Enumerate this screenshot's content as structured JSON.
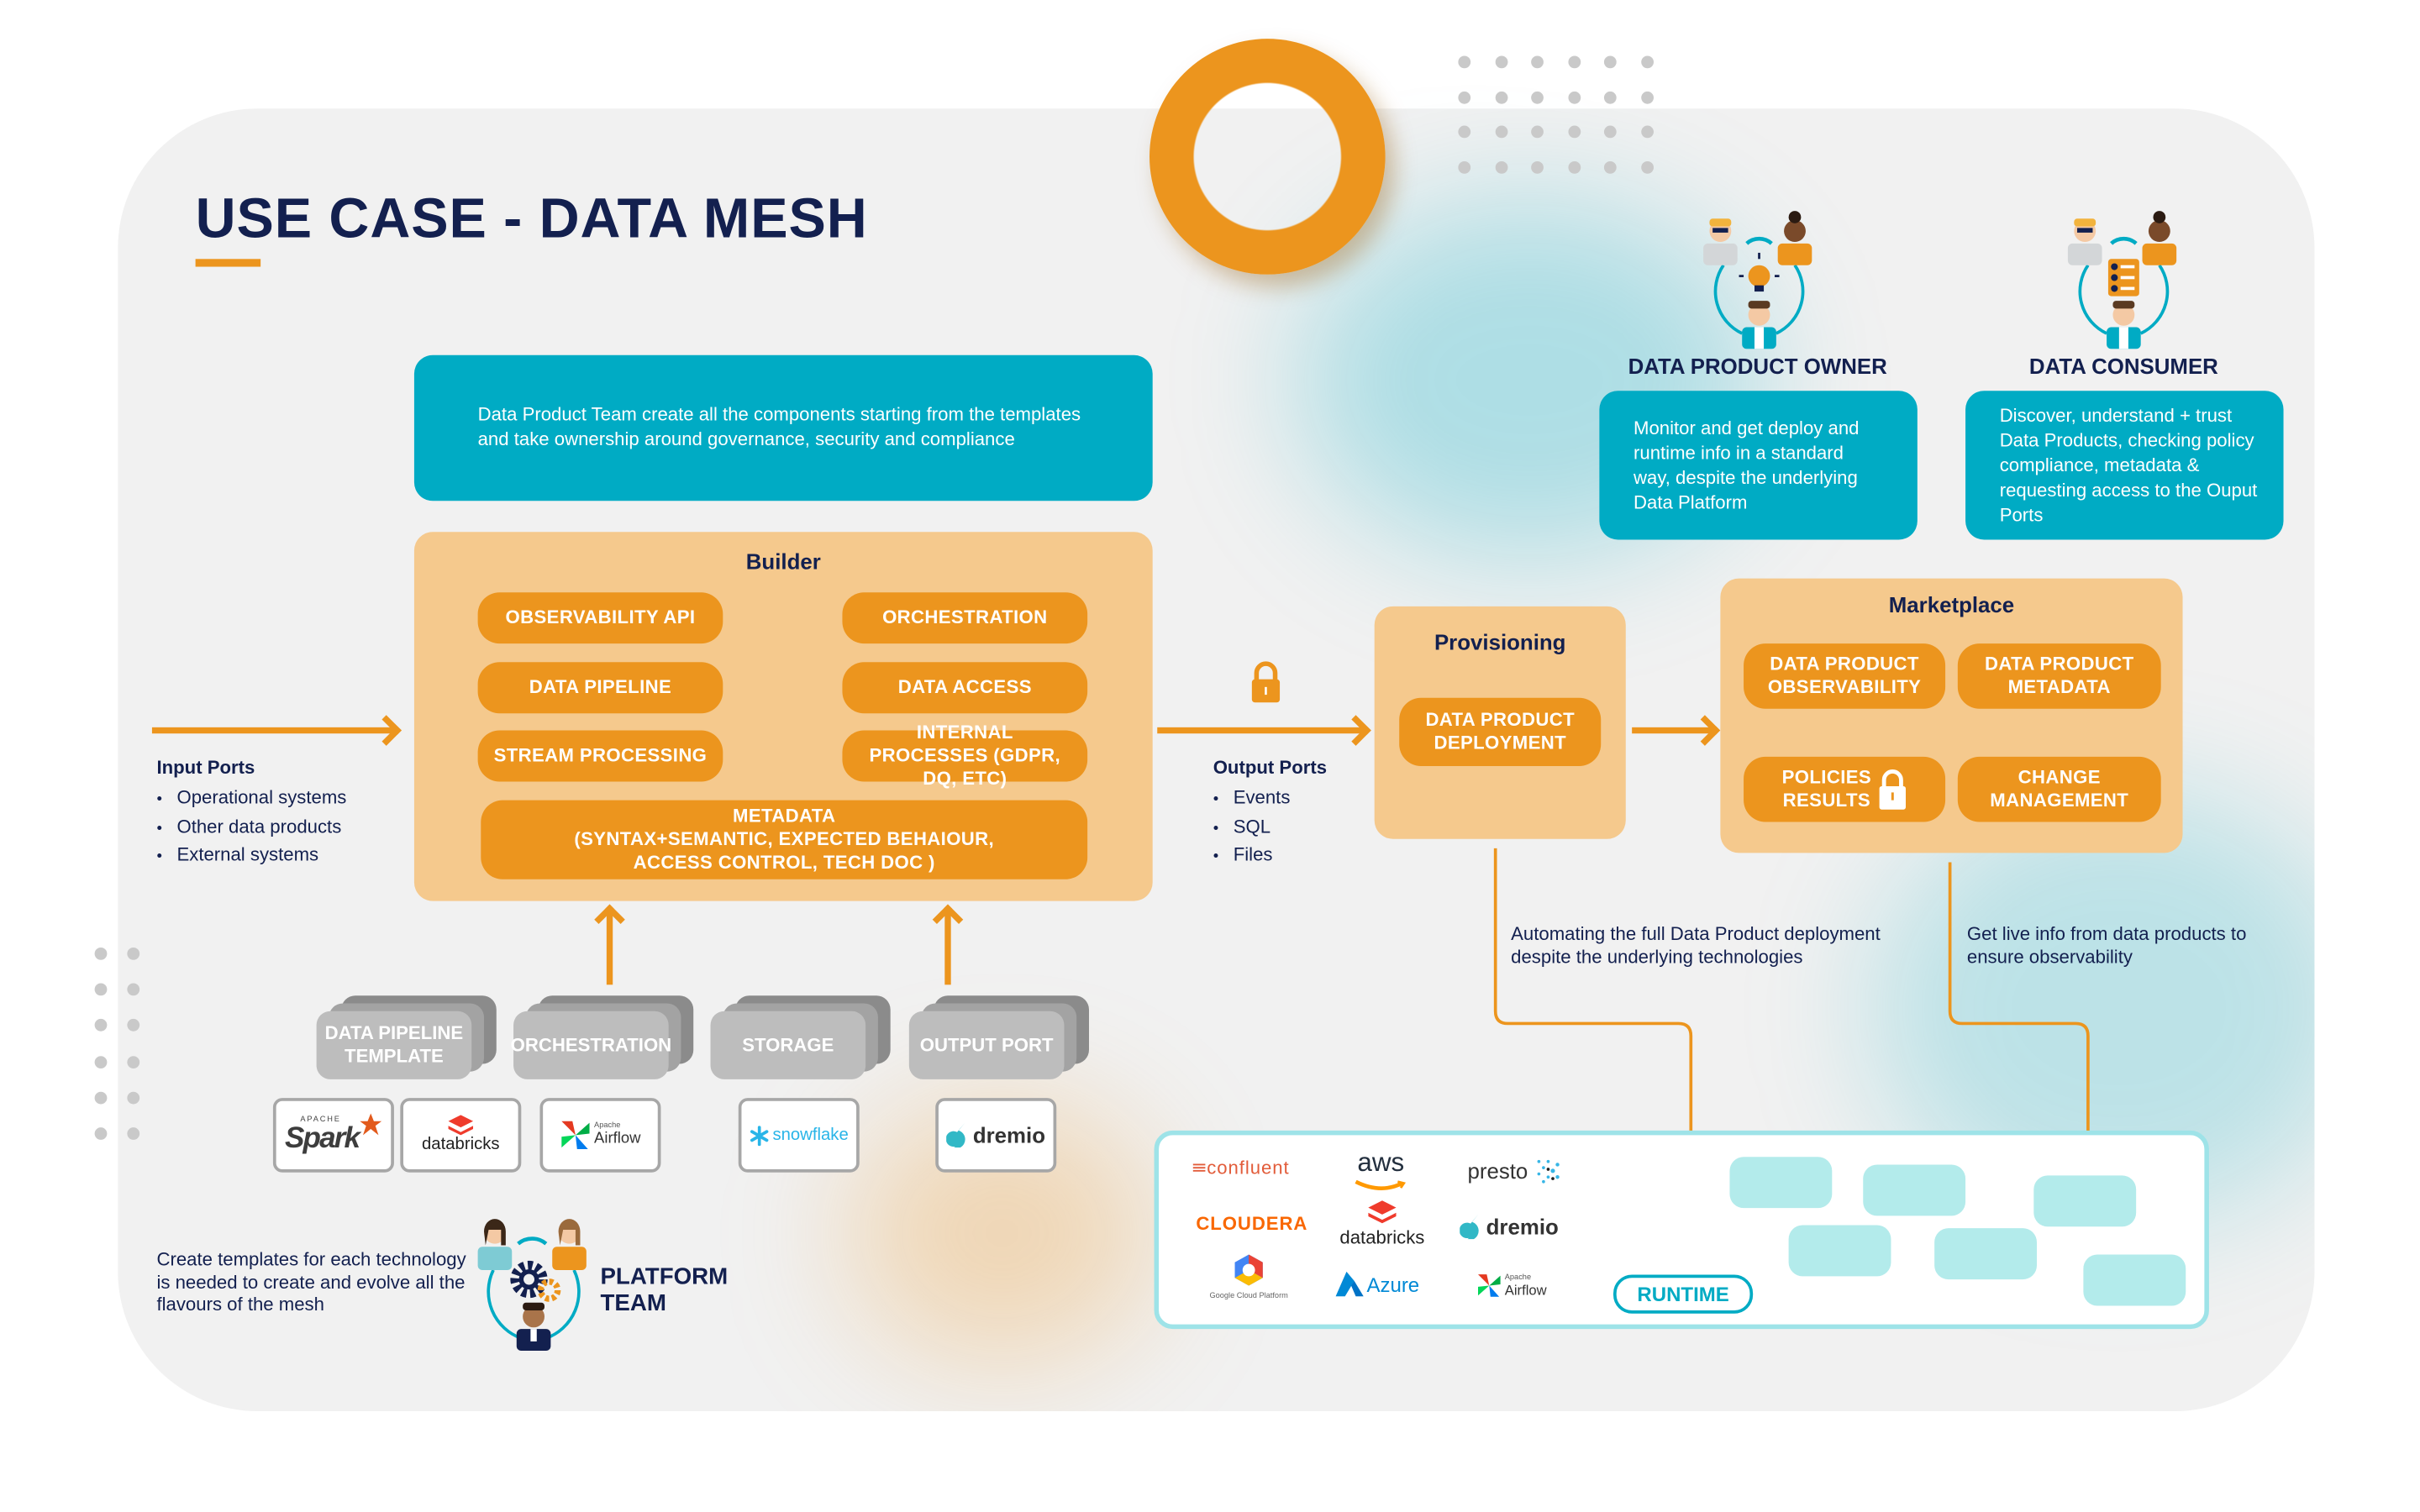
{
  "title": "USE CASE - DATA MESH",
  "colors": {
    "navy": "#13204f",
    "orange": "#ec951e",
    "teal": "#00abc4",
    "pale_orange": "#f5c98d",
    "runtime_tile": "#b3ebeb"
  },
  "team_note": "Data Product Team create all the components starting from the templates and take ownership around governance, security and compliance",
  "builder": {
    "title": "Builder",
    "items": [
      "OBSERVABILITY API",
      "ORCHESTRATION",
      "DATA PIPELINE",
      "DATA ACCESS",
      "STREAM PROCESSING",
      "INTERNAL PROCESSES (GDPR, DQ, ETC)"
    ],
    "metadata": {
      "line1": "METADATA",
      "line2": "(SYNTAX+SEMANTIC, EXPECTED BEHAIOUR,",
      "line3": "ACCESS CONTROL, TECH DOC )"
    }
  },
  "input_ports": {
    "title": "Input Ports",
    "items": [
      "Operational systems",
      "Other data products",
      "External systems"
    ]
  },
  "output_ports": {
    "title": "Output Ports",
    "items": [
      "Events",
      "SQL",
      "Files"
    ],
    "icon": "lock-icon"
  },
  "provisioning": {
    "title": "Provisioning",
    "item_line1": "DATA PRODUCT",
    "item_line2": "DEPLOYMENT"
  },
  "marketplace": {
    "title": "Marketplace",
    "items": [
      {
        "line1": "DATA PRODUCT",
        "line2": "OBSERVABILITY"
      },
      {
        "line1": "DATA PRODUCT",
        "line2": "METADATA"
      },
      {
        "line1": "POLICIES",
        "line2": "RESULTS",
        "icon": "lock-icon"
      },
      {
        "line1": "CHANGE",
        "line2": "MANAGEMENT"
      }
    ]
  },
  "personas": {
    "owner": {
      "title": "DATA PRODUCT OWNER",
      "description": "Monitor and get deploy and runtime info in a standard way, despite the underlying Data Platform",
      "icon": "lightbulb-team-icon"
    },
    "consumer": {
      "title": "DATA CONSUMER",
      "description": "Discover, understand + trust Data Products, checking policy compliance, metadata & requesting access to the Ouput Ports",
      "icon": "checklist-team-icon"
    },
    "platform": {
      "title_line1": "PLATFORM",
      "title_line2": "TEAM",
      "description": "Create templates for each technology is needed to create and evolve all the flavours of the mesh",
      "icon": "gears-team-icon"
    }
  },
  "templates": [
    {
      "label_line1": "DATA PIPELINE",
      "label_line2": "TEMPLATE"
    },
    {
      "label_line1": "ORCHESTRATION",
      "label_line2": ""
    },
    {
      "label_line1": "STORAGE",
      "label_line2": ""
    },
    {
      "label_line1": "OUTPUT PORT",
      "label_line2": ""
    }
  ],
  "template_logos": {
    "spark": {
      "small": "APACHE",
      "name": "Spark"
    },
    "databricks": "databricks",
    "airflow": {
      "small": "Apache",
      "name": "Airflow"
    },
    "snowflake": "snowflake",
    "dremio": "dremio"
  },
  "annotations": {
    "provisioning_note": "Automating the full Data Product deployment despite the underlying technologies",
    "marketplace_note": "Get live info from data products to ensure observability"
  },
  "runtime": {
    "label": "RUNTIME",
    "logos": {
      "confluent": "confluent",
      "aws": "aws",
      "presto": "presto",
      "cloudera": "CLOUDERA",
      "databricks": "databricks",
      "dremio": "dremio",
      "gcp": "Google Cloud Platform",
      "azure": "Azure",
      "airflow_small": "Apache",
      "airflow": "Airflow"
    },
    "tile_count": 6
  }
}
